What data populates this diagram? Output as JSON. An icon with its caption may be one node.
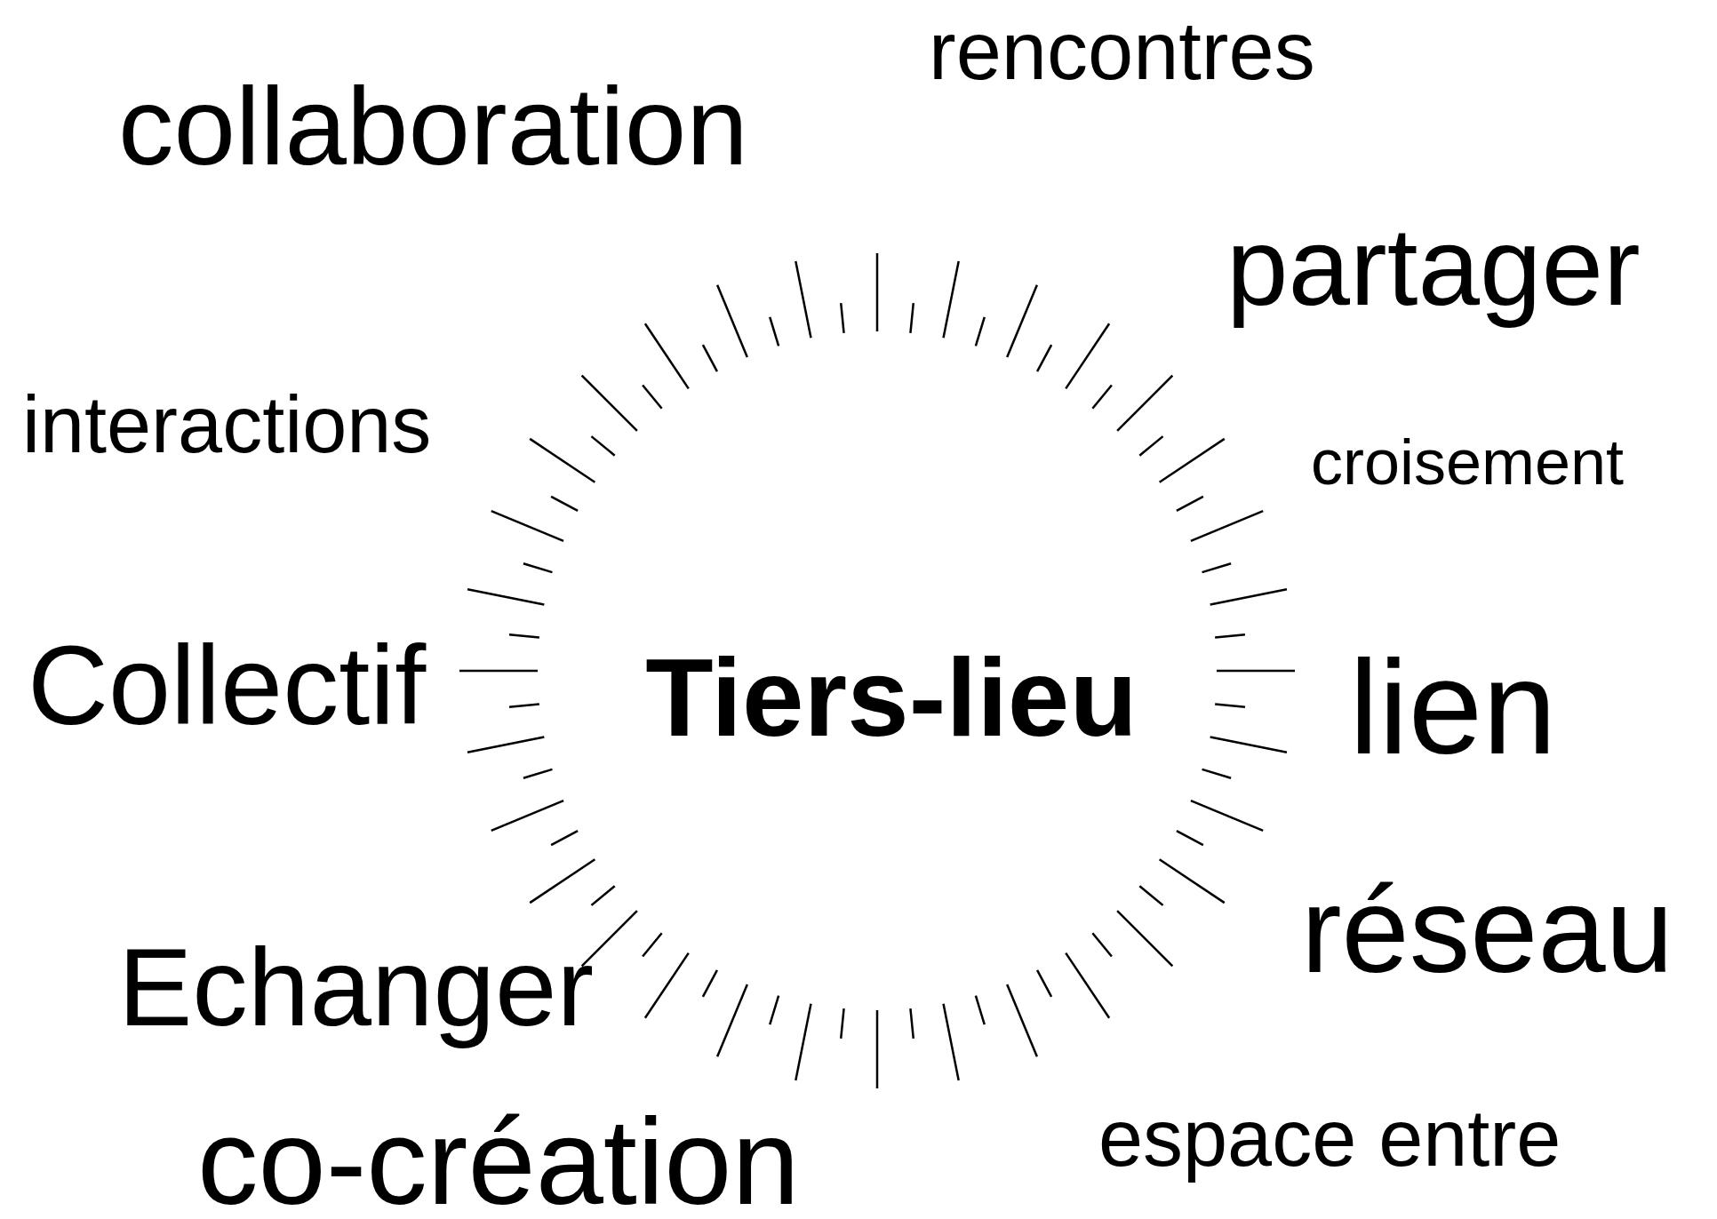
{
  "diagram": {
    "title": "Tiers-lieu",
    "labels": [
      "rencontres",
      "collaboration",
      "partager",
      "interactions",
      "croisement",
      "Collectif",
      "lien",
      "réseau",
      "Echanger",
      "espace entre",
      "co-création"
    ]
  }
}
